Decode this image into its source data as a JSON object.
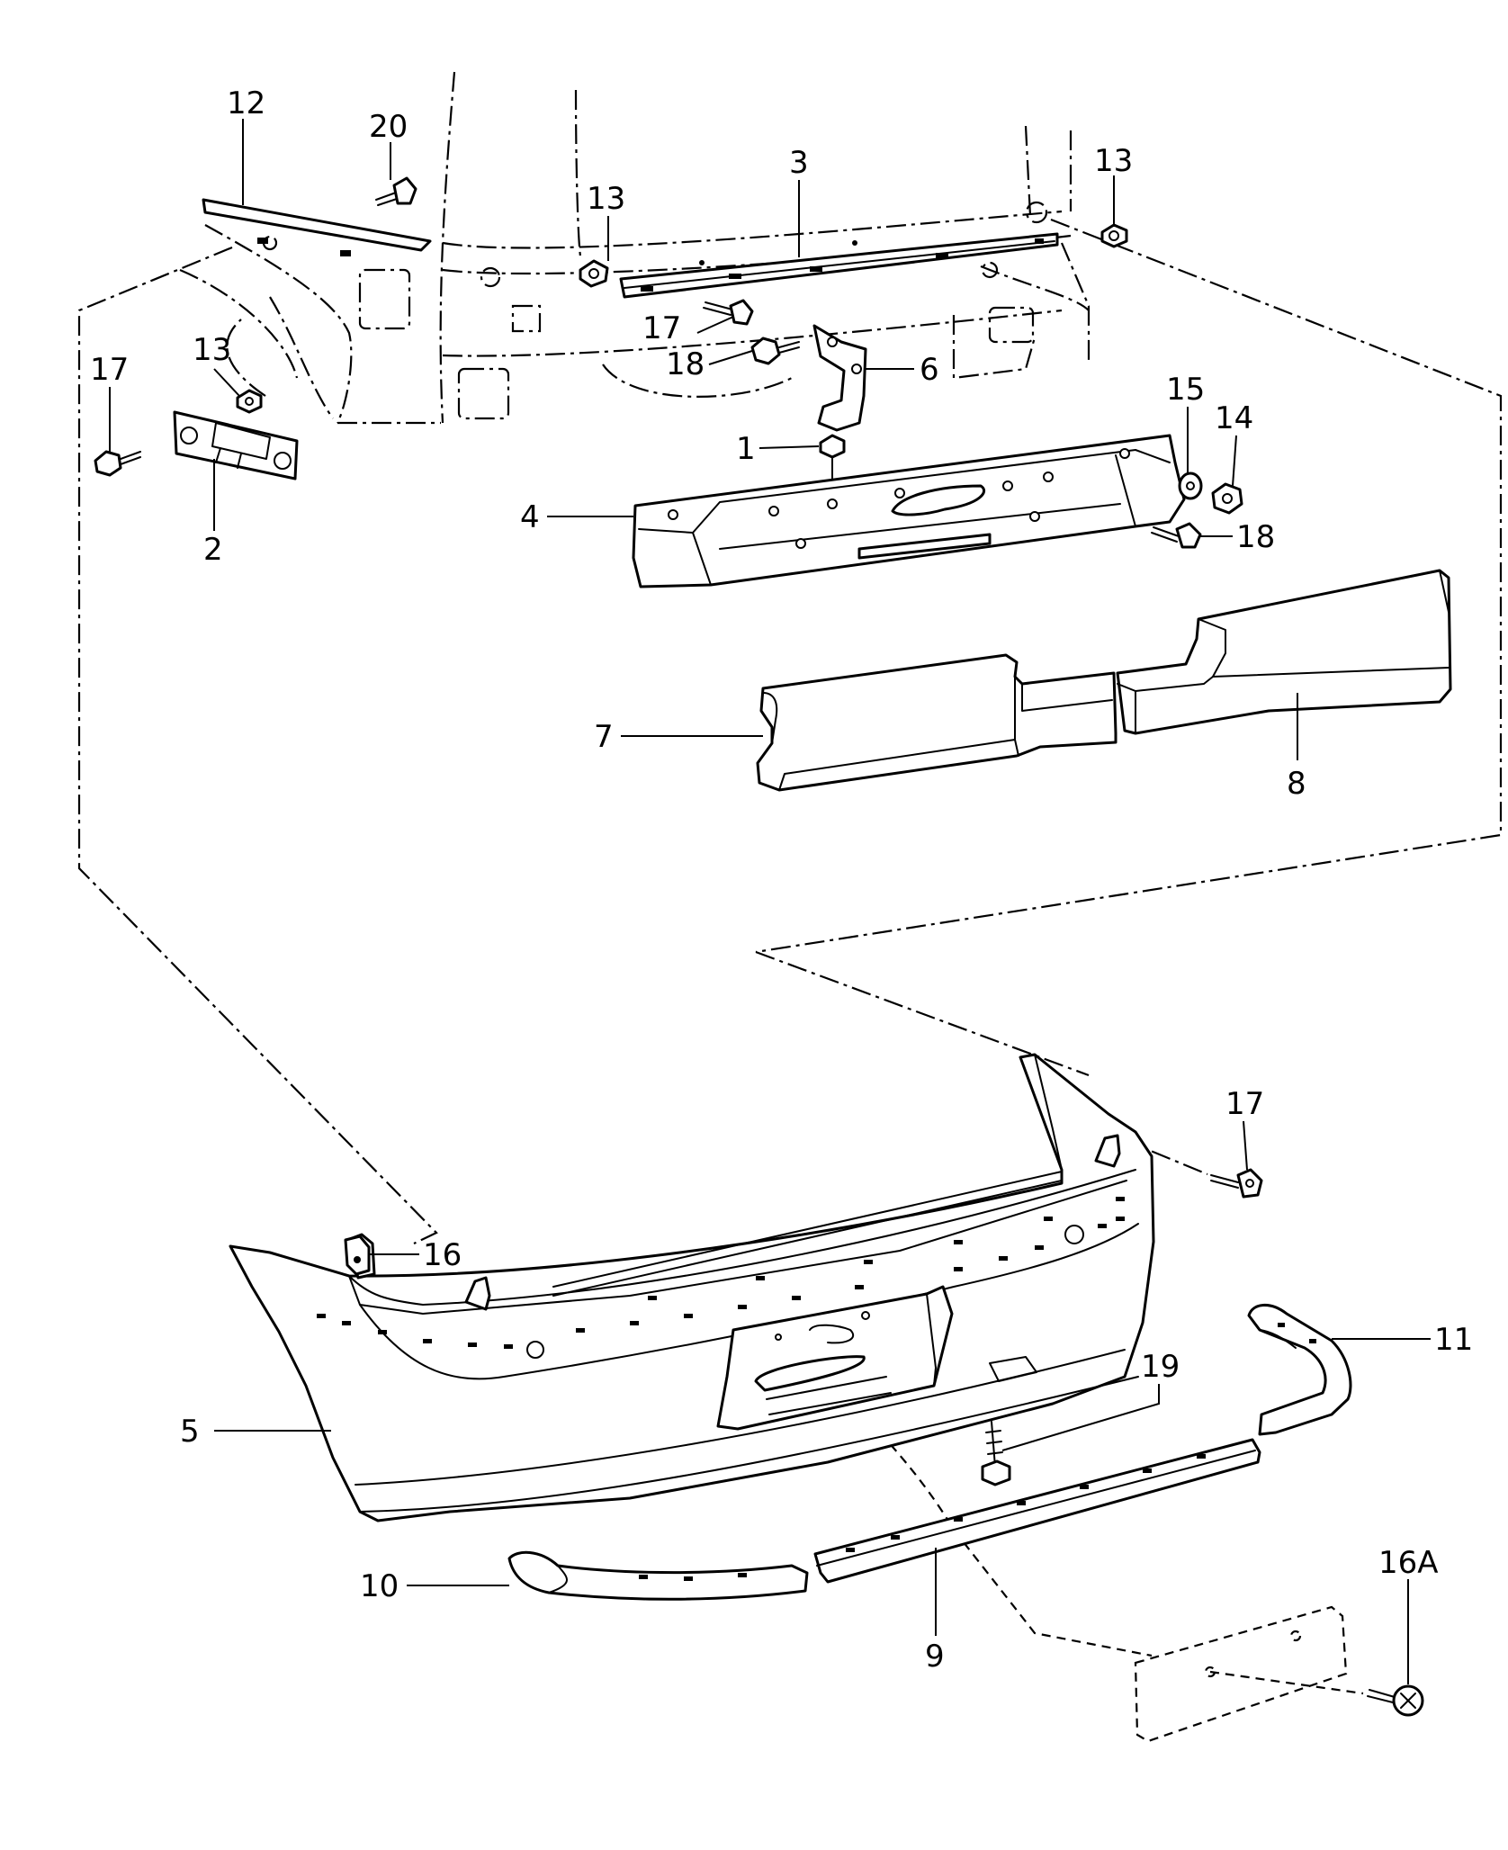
{
  "callouts": [
    {
      "id": "c12",
      "text": "12"
    },
    {
      "id": "c20",
      "text": "20"
    },
    {
      "id": "c13-mid",
      "text": "13"
    },
    {
      "id": "c3",
      "text": "3"
    },
    {
      "id": "c13-right",
      "text": "13"
    },
    {
      "id": "c17-mid",
      "text": "17"
    },
    {
      "id": "c18-mid",
      "text": "18"
    },
    {
      "id": "c6",
      "text": "6"
    },
    {
      "id": "c13-left",
      "text": "13"
    },
    {
      "id": "c17-left",
      "text": "17"
    },
    {
      "id": "c2",
      "text": "2"
    },
    {
      "id": "c1",
      "text": "1"
    },
    {
      "id": "c15",
      "text": "15"
    },
    {
      "id": "c14",
      "text": "14"
    },
    {
      "id": "c4",
      "text": "4"
    },
    {
      "id": "c18-right",
      "text": "18"
    },
    {
      "id": "c7",
      "text": "7"
    },
    {
      "id": "c8",
      "text": "8"
    },
    {
      "id": "c17-right",
      "text": "17"
    },
    {
      "id": "c16",
      "text": "16"
    },
    {
      "id": "c11",
      "text": "11"
    },
    {
      "id": "c19",
      "text": "19"
    },
    {
      "id": "c5",
      "text": "5"
    },
    {
      "id": "c16a",
      "text": "16A"
    },
    {
      "id": "c10",
      "text": "10"
    },
    {
      "id": "c9",
      "text": "9"
    }
  ]
}
